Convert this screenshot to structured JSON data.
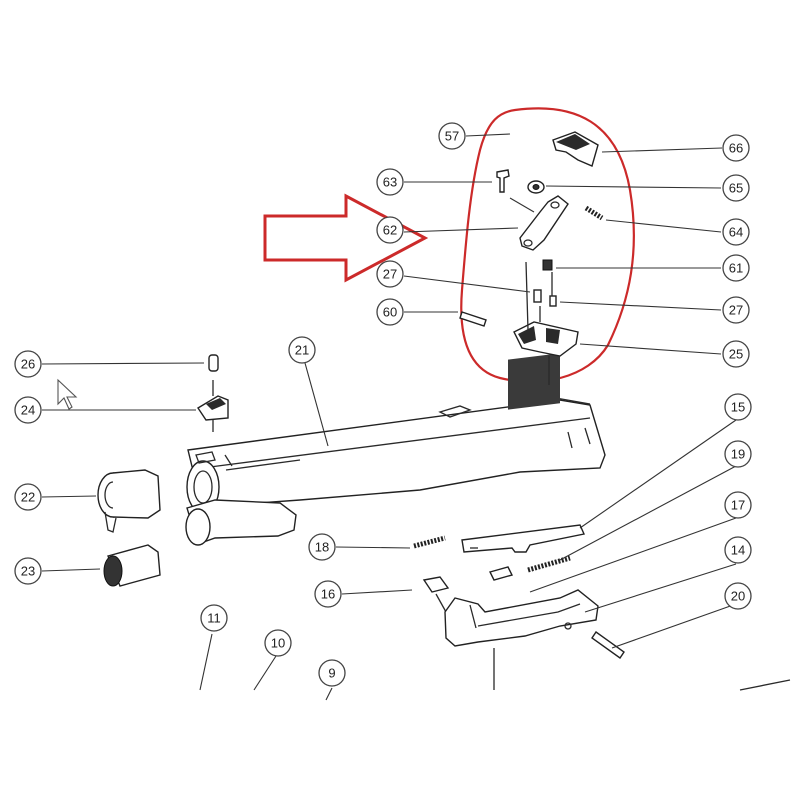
{
  "colors": {
    "highlight": "#cc2a2a",
    "ink": "#2a2a2a"
  },
  "icons": {
    "pointer": "arrow-cursor-icon",
    "highlight_arrow": "right-arrow-icon"
  },
  "callouts": {
    "c57": "57",
    "c66": "66",
    "c63": "63",
    "c65": "65",
    "c62": "62",
    "c64": "64",
    "c61": "61",
    "c27a": "27",
    "c27b": "27",
    "c60": "60",
    "c25": "25",
    "c26": "26",
    "c21": "21",
    "c24": "24",
    "c15": "15",
    "c19": "19",
    "c22": "22",
    "c17": "17",
    "c18": "18",
    "c14": "14",
    "c23": "23",
    "c16": "16",
    "c20": "20",
    "c11": "11",
    "c10": "10",
    "c9": "9"
  }
}
